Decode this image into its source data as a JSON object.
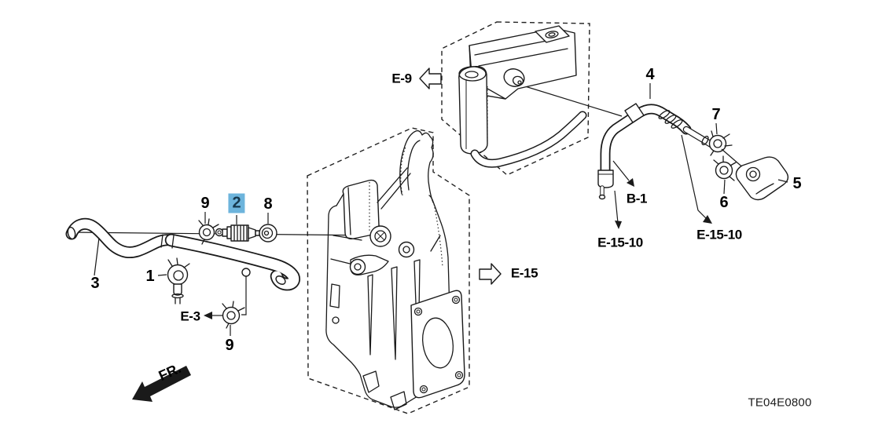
{
  "diagram": {
    "code": "TE04E0800",
    "front_marker": "FR.",
    "highlight_color": "#6db4dc",
    "highlight_text_color": "#16384e"
  },
  "callouts": {
    "c1": "1",
    "c2": "2",
    "c3": "3",
    "c4": "4",
    "c5": "5",
    "c6": "6",
    "c7": "7",
    "c8": "8",
    "c9_top": "9",
    "c9_bottom": "9"
  },
  "references": {
    "e9": "E-9",
    "e3": "E-3",
    "e15": "E-15",
    "b1": "B-1",
    "e15_10_left": "E-15-10",
    "e15_10_right": "E-15-10"
  }
}
